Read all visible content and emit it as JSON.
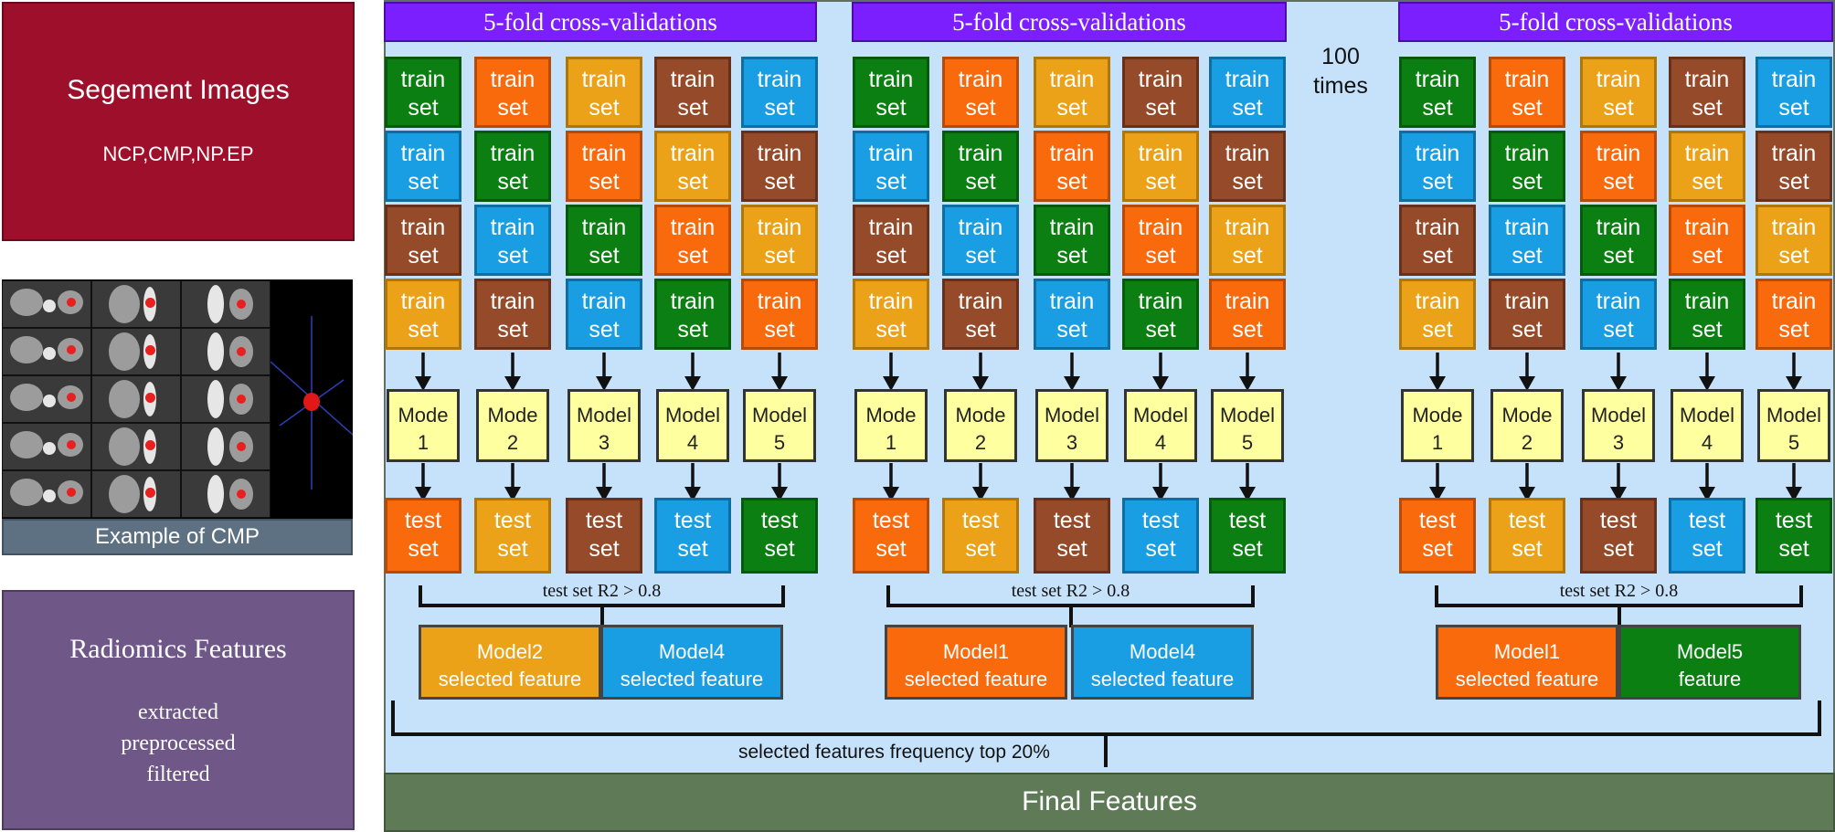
{
  "left": {
    "segment": {
      "title": "Segement Images",
      "subtitle": "NCP,CMP,NP.EP"
    },
    "example_label": "Example of CMP",
    "radiomics": {
      "title": "Radiomics Features",
      "lines": [
        "extracted",
        "preprocessed",
        "filtered"
      ]
    }
  },
  "groups": [
    {
      "header": "5-fold cross-validations",
      "columns": [
        {
          "sets": [
            "green",
            "blue",
            "brown",
            "gold"
          ],
          "model": [
            "Mode",
            "1"
          ],
          "test": "orange"
        },
        {
          "sets": [
            "orange",
            "green",
            "blue",
            "brown"
          ],
          "model": [
            "Mode",
            "2"
          ],
          "test": "gold"
        },
        {
          "sets": [
            "gold",
            "orange",
            "green",
            "blue"
          ],
          "model": [
            "Model",
            "3"
          ],
          "test": "brown"
        },
        {
          "sets": [
            "brown",
            "gold",
            "orange",
            "green"
          ],
          "model": [
            "Model",
            "4"
          ],
          "test": "blue"
        },
        {
          "sets": [
            "blue",
            "brown",
            "gold",
            "orange"
          ],
          "model": [
            "Model",
            "5"
          ],
          "test": "green"
        }
      ],
      "r2_label": "test set  R2 > 0.8",
      "features": [
        {
          "lines": [
            "Model2",
            "selected feature"
          ],
          "color": "gold"
        },
        {
          "lines": [
            "Model4",
            "selected feature"
          ],
          "color": "blue"
        }
      ]
    },
    {
      "header": "5-fold cross-validations",
      "columns": [
        {
          "sets": [
            "green",
            "blue",
            "brown",
            "gold"
          ],
          "model": [
            "Mode",
            "1"
          ],
          "test": "orange"
        },
        {
          "sets": [
            "orange",
            "green",
            "blue",
            "brown"
          ],
          "model": [
            "Mode",
            "2"
          ],
          "test": "gold"
        },
        {
          "sets": [
            "gold",
            "orange",
            "green",
            "blue"
          ],
          "model": [
            "Model",
            "3"
          ],
          "test": "brown"
        },
        {
          "sets": [
            "brown",
            "gold",
            "orange",
            "green"
          ],
          "model": [
            "Model",
            "4"
          ],
          "test": "blue"
        },
        {
          "sets": [
            "blue",
            "brown",
            "gold",
            "orange"
          ],
          "model": [
            "Model",
            "5"
          ],
          "test": "green"
        }
      ],
      "r2_label": "test set  R2 > 0.8",
      "features": [
        {
          "lines": [
            "Model1",
            "selected feature"
          ],
          "color": "orange"
        },
        {
          "lines": [
            "Model4",
            "selected feature"
          ],
          "color": "blue"
        }
      ]
    },
    {
      "header": "5-fold cross-validations",
      "columns": [
        {
          "sets": [
            "green",
            "blue",
            "brown",
            "gold"
          ],
          "model": [
            "Mode",
            "1"
          ],
          "test": "orange"
        },
        {
          "sets": [
            "orange",
            "green",
            "blue",
            "brown"
          ],
          "model": [
            "Mode",
            "2"
          ],
          "test": "gold"
        },
        {
          "sets": [
            "gold",
            "orange",
            "green",
            "blue"
          ],
          "model": [
            "Model",
            "3"
          ],
          "test": "brown"
        },
        {
          "sets": [
            "brown",
            "gold",
            "orange",
            "green"
          ],
          "model": [
            "Model",
            "4"
          ],
          "test": "blue"
        },
        {
          "sets": [
            "blue",
            "brown",
            "gold",
            "orange"
          ],
          "model": [
            "Model",
            "5"
          ],
          "test": "green"
        }
      ],
      "r2_label": "test set  R2 > 0.8",
      "features": [
        {
          "lines": [
            "Model1",
            "selected feature"
          ],
          "color": "orange"
        },
        {
          "lines": [
            "Model5",
            "feature"
          ],
          "color": "green"
        }
      ]
    }
  ],
  "labels": {
    "train": [
      "train",
      "set"
    ],
    "test": [
      "test",
      "set"
    ],
    "times": [
      "100",
      "times"
    ],
    "frequency": "selected features frequency top 20%",
    "final": "Final Features"
  },
  "colors": {
    "green": "#0b7f12",
    "orange": "#f96a0d",
    "gold": "#eba219",
    "brown": "#954a2a",
    "blue": "#1a9ee3",
    "model": "#feff9e",
    "header": "#7b1fff",
    "panel": "#c6e2fb",
    "final": "#5f7a57"
  }
}
